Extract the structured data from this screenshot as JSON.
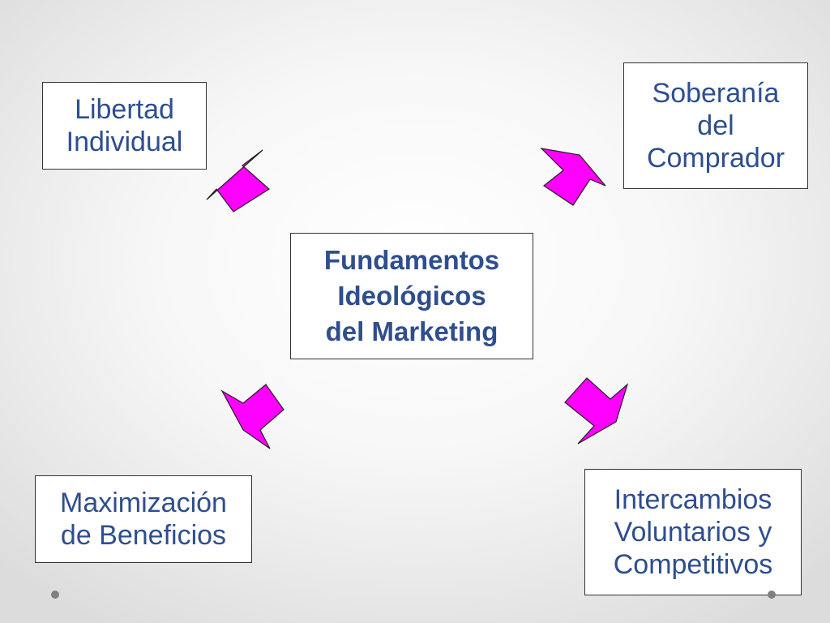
{
  "center": {
    "line1": "Fundamentos",
    "line2": "Ideológicos",
    "line3": "del Marketing"
  },
  "top_left": {
    "line1": "Libertad",
    "line2": "Individual"
  },
  "top_right": {
    "line1": "Soberanía",
    "line2": "del",
    "line3": "Comprador"
  },
  "bottom_left": {
    "line1": "Maximización",
    "line2": "de Beneficios"
  },
  "bottom_right": {
    "line1": "Intercambios",
    "line2": "Voluntarios y",
    "line3": "Competitivos"
  },
  "colors": {
    "text": "#2e4e8f",
    "arrow_fill": "#ff00ff",
    "border": "#333333"
  }
}
